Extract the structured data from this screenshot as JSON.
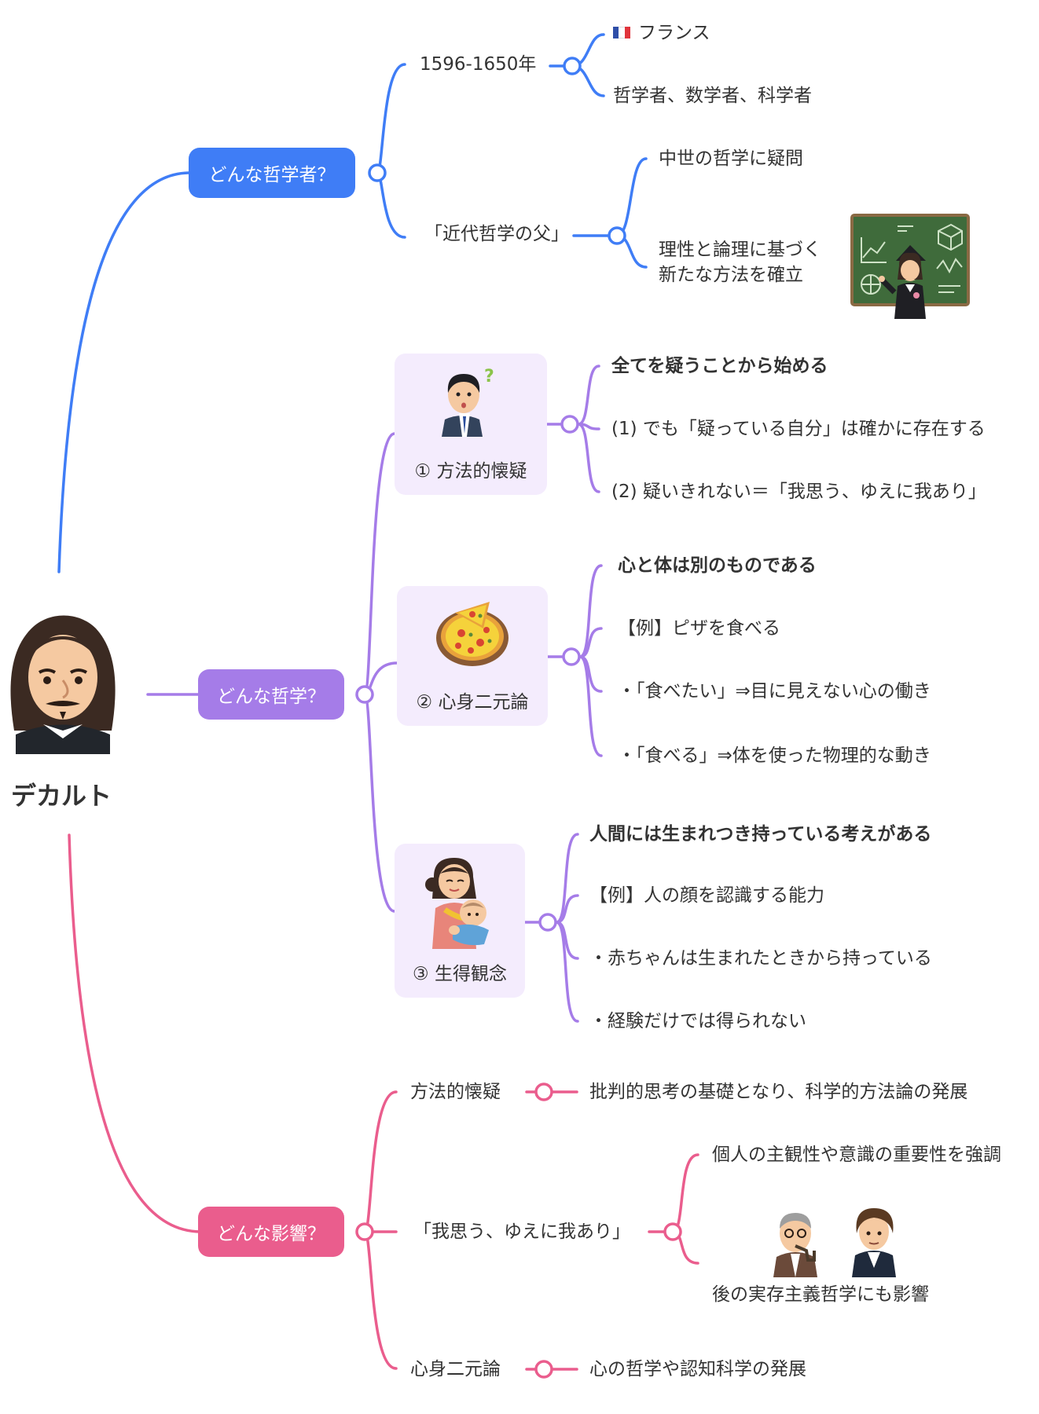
{
  "root": {
    "title": "デカルト"
  },
  "colors": {
    "blue": "#3f7df6",
    "purple": "#a57ce8",
    "pink": "#ea5d8d",
    "card_bg": "#f4ecfd"
  },
  "branch1": {
    "label": "どんな哲学者？",
    "sub1": {
      "label": "1596-1650年",
      "leaf1": "フランス",
      "leaf1_icon": "french-flag-icon",
      "leaf2": "哲学者、数学者、科学者"
    },
    "sub2": {
      "label": "「近代哲学の父」",
      "leaf1": "中世の哲学に疑問",
      "leaf2_line1": "理性と論理に基づく",
      "leaf2_line2": "新たな方法を確立"
    }
  },
  "branch2": {
    "label": "どんな哲学？",
    "cards": [
      {
        "caption": "① 方法的懐疑",
        "icon": "confused-man-icon",
        "items": [
          "全てを疑うことから始める",
          "(1) でも「疑っている自分」は確かに存在する",
          "(2) 疑いきれない＝「我思う、ゆえに我あり」"
        ]
      },
      {
        "caption": "② 心身二元論",
        "icon": "pizza-icon",
        "items": [
          "心と体は別のものである",
          "【例】ピザを食べる",
          "・「食べたい」⇒目に見えない心の働き",
          "・「食べる」⇒体を使った物理的な動き"
        ]
      },
      {
        "caption": "③ 生得観念",
        "icon": "mother-baby-icon",
        "items": [
          "人間には生まれつき持っている考えがある",
          "【例】人の顔を認識する能力",
          "・赤ちゃんは生まれたときから持っている",
          "・経験だけでは得られない"
        ]
      }
    ]
  },
  "branch3": {
    "label": "どんな影響？",
    "items": [
      {
        "label": "方法的懐疑",
        "leaf": "批判的思考の基礎となり、科学的方法論の発展"
      },
      {
        "label": "「我思う、ゆえに我あり」",
        "leaf1": "個人の主観性や意識の重要性を強調",
        "leaf2": "後の実存主義哲学にも影響"
      },
      {
        "label": "心身二元論",
        "leaf": "心の哲学や認知科学の発展"
      }
    ]
  }
}
